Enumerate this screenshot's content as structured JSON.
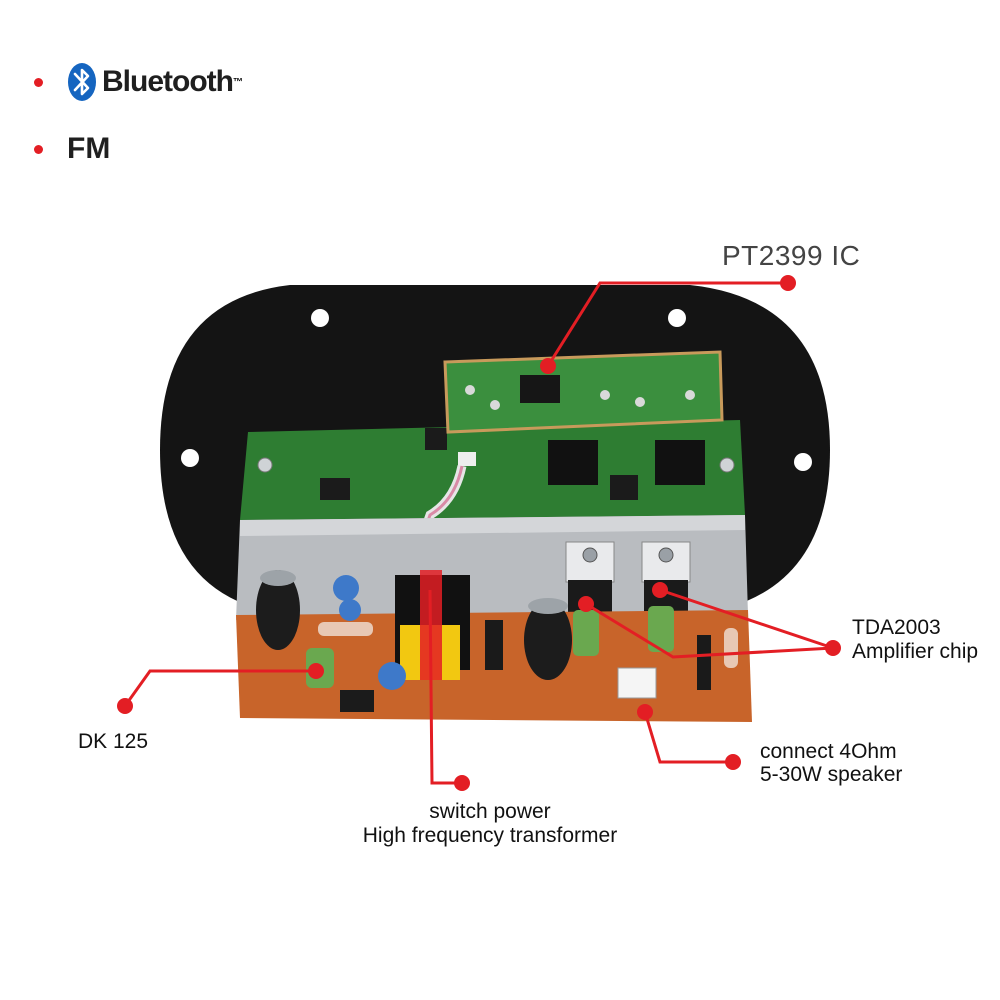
{
  "features": {
    "bluetooth": {
      "label": "Bluetooth",
      "tm": "™",
      "icon": "bluetooth-icon"
    },
    "fm": {
      "label": "FM"
    }
  },
  "callouts": {
    "pt2399": "PT2399 IC",
    "tda_line1": "TDA2003",
    "tda_line2": "Amplifier chip",
    "dk": "DK 125",
    "speaker_line1": "connect 4Ohm",
    "speaker_line2": "5-30W speaker",
    "switch_line1": "switch power",
    "switch_line2": "High frequency transformer"
  },
  "colors": {
    "accent_red": "#e31e24",
    "bluetooth_blue": "#1565c0",
    "pcb_green": "#2e7d32",
    "pcb_brown": "#c8642a",
    "plate_black": "#141414",
    "heatsink": "#b9bcc0"
  }
}
